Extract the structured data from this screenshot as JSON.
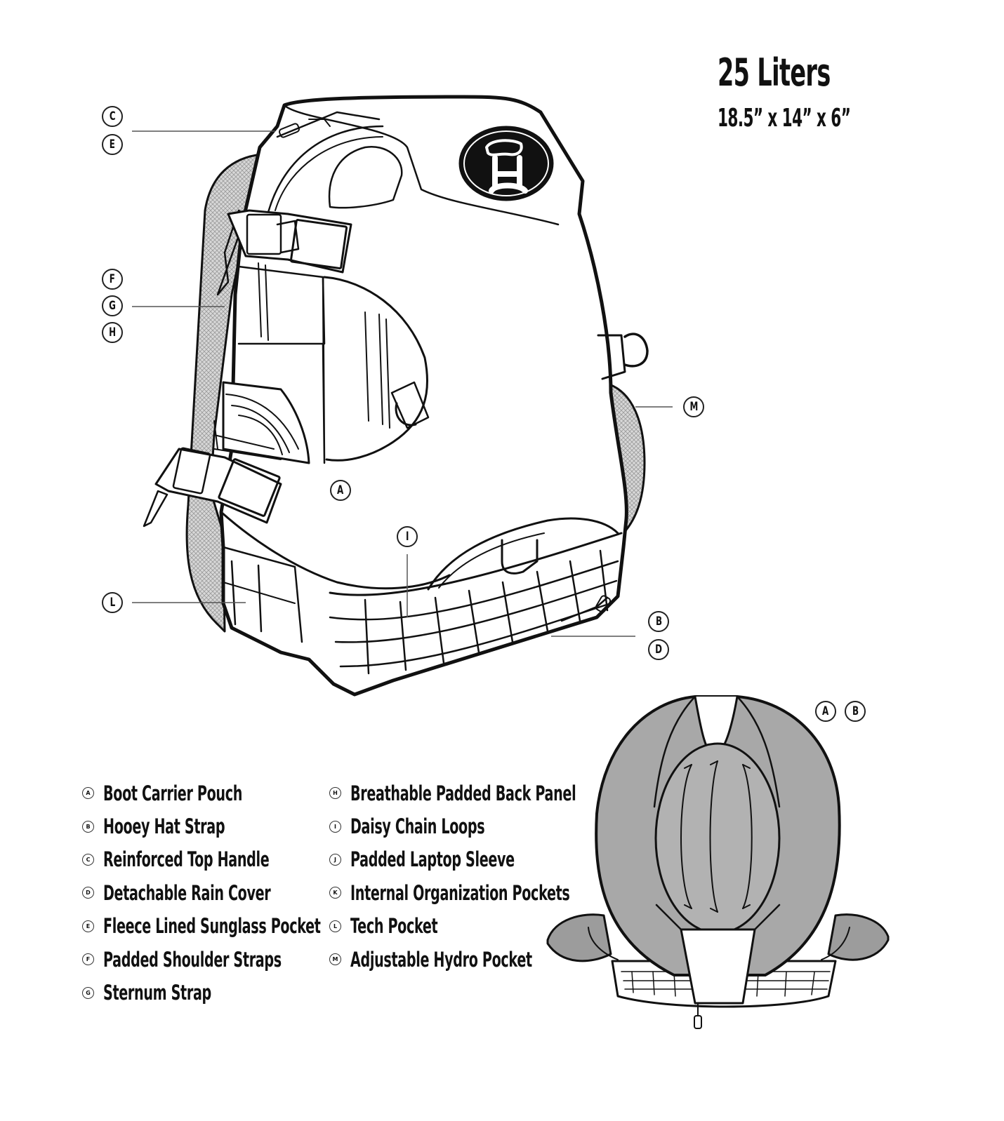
{
  "spec": {
    "capacity": "25 Liters",
    "dimensions": "18.5” x 14” x 6”"
  },
  "callouts": {
    "c": "C",
    "e": "E",
    "f": "F",
    "g": "G",
    "h": "H",
    "m": "M",
    "a": "A",
    "i": "I",
    "l": "L",
    "b": "B",
    "d": "D",
    "back_a": "A",
    "back_b": "B"
  },
  "legend_left": [
    {
      "key": "A",
      "label": "Boot Carrier Pouch"
    },
    {
      "key": "B",
      "label": "Hooey Hat Strap"
    },
    {
      "key": "C",
      "label": "Reinforced Top Handle"
    },
    {
      "key": "D",
      "label": "Detachable Rain Cover"
    },
    {
      "key": "E",
      "label": "Fleece Lined Sunglass Pocket"
    },
    {
      "key": "F",
      "label": "Padded Shoulder Straps"
    },
    {
      "key": "G",
      "label": "Sternum Strap"
    }
  ],
  "legend_right": [
    {
      "key": "H",
      "label": "Breathable Padded Back Panel"
    },
    {
      "key": "I",
      "label": "Daisy Chain Loops"
    },
    {
      "key": "J",
      "label": "Padded Laptop Sleeve"
    },
    {
      "key": "K",
      "label": "Internal Organization Pockets"
    },
    {
      "key": "L",
      "label": "Tech Pocket"
    },
    {
      "key": "M",
      "label": "Adjustable Hydro Pocket"
    }
  ]
}
